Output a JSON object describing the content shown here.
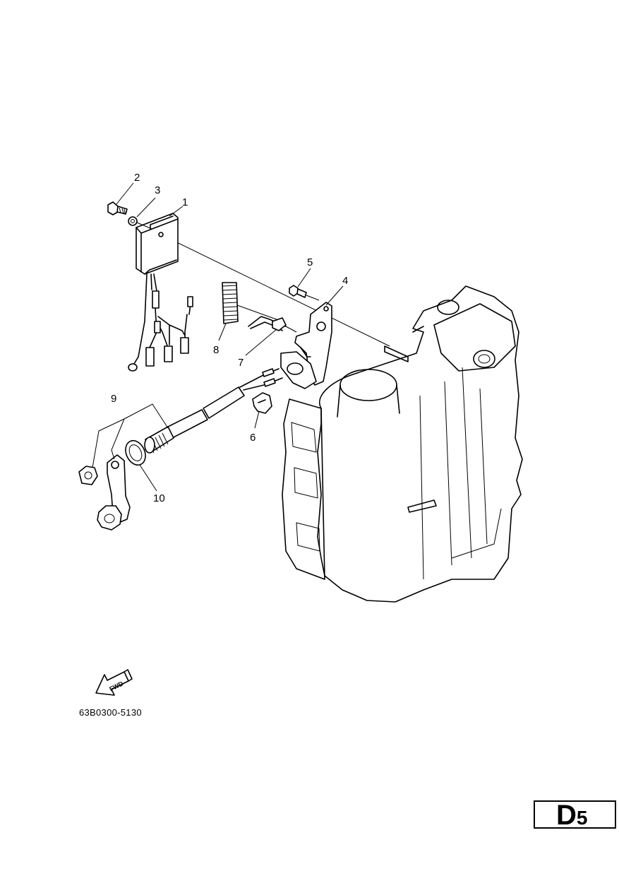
{
  "diagram": {
    "callouts": [
      {
        "id": "1",
        "label": "1"
      },
      {
        "id": "2",
        "label": "2"
      },
      {
        "id": "3",
        "label": "3"
      },
      {
        "id": "4",
        "label": "4"
      },
      {
        "id": "5",
        "label": "5"
      },
      {
        "id": "6",
        "label": "6"
      },
      {
        "id": "7",
        "label": "7"
      },
      {
        "id": "8",
        "label": "8"
      },
      {
        "id": "9",
        "label": "9"
      },
      {
        "id": "10",
        "label": "10"
      }
    ],
    "fwd_label": "FWD",
    "document_code": "63B0300-5130"
  },
  "page_marker": {
    "letter": "D",
    "number": "5"
  }
}
